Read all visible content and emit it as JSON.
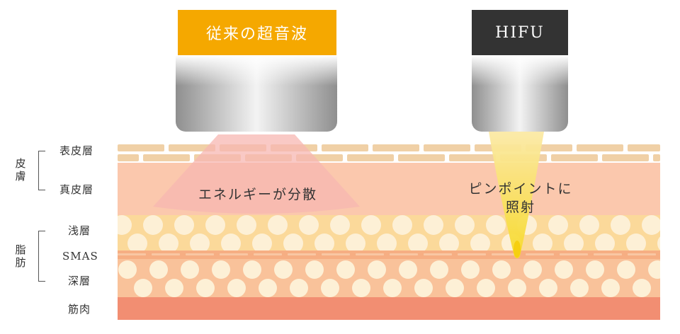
{
  "probes": {
    "conventional": {
      "label": "従来の超音波",
      "color": "#f5a800"
    },
    "hifu": {
      "label": "HIFU",
      "color": "#333333"
    }
  },
  "callouts": {
    "conventional": "エネルギーが分散",
    "hifu_line1": "ピンポイントに",
    "hifu_line2": "照射"
  },
  "group_labels": {
    "skin": [
      "皮",
      "膚"
    ],
    "fat": [
      "脂",
      "肪"
    ]
  },
  "layer_labels": {
    "epidermis": "表皮層",
    "dermis": "真皮層",
    "shallow": "浅層",
    "smas": "SMAS",
    "deep": "深層",
    "muscle": "筋肉"
  },
  "colors": {
    "epidermis_brick": "#f0d0a6",
    "dermis": "#fbc8ad",
    "fat": "#fbd99a",
    "fat_bubble": "#fdf0d6",
    "smas": "#f6ae83",
    "deep_fat": "#f9c29a",
    "muscle": "#f28e72",
    "fan": "#f7b7b2",
    "beam": "#f9e04b"
  }
}
